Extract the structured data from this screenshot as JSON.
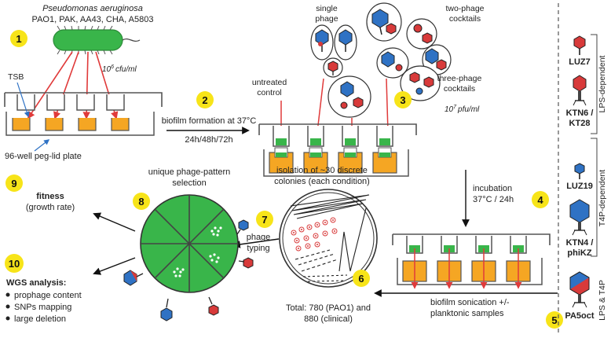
{
  "header": {
    "species": "Pseudomonas aeruginosa",
    "strains": "PAO1, PAK, AA43, CHA, A5803"
  },
  "steps": {
    "s1": "1",
    "s2": "2",
    "s3": "3",
    "s4": "4",
    "s5": "5",
    "s6": "6",
    "s7": "7",
    "s8": "8",
    "s9": "9",
    "s10": "10"
  },
  "labels": {
    "cfu": "10",
    "cfu_exp": "6",
    "cfu_unit": "cfu/ml",
    "pfu": "10",
    "pfu_exp": "7",
    "pfu_unit": "pfu/ml",
    "tsb": "TSB",
    "plate": "96-well peg-lid plate",
    "biofilm_formation": "biofilm formation at 37°C",
    "biofilm_times": "24h/48h/72h",
    "single_phage_1": "single",
    "single_phage_2": "phage",
    "two_phage_1": "two-phage",
    "two_phage_2": "cocktails",
    "three_phage_1": "three-phage",
    "three_phage_2": "cocktails",
    "untreated_1": "untreated",
    "untreated_2": "control",
    "incubation_1": "incubation",
    "incubation_2": "37°C / 24h",
    "sonication_1": "biofilm sonication +/-",
    "sonication_2": "planktonic samples",
    "isolation_1": "isolation of ~30 discrete",
    "isolation_2": "colonies (each condition)",
    "total_1": "Total: 780 (PAO1) and",
    "total_2": "880 (clinical)",
    "unique_1": "unique phage-pattern",
    "unique_2": "selection",
    "typing_1": "phage",
    "typing_2": "typing",
    "fitness": "fitness",
    "growth_rate": "(growth rate)",
    "wgs": "WGS analysis:",
    "wgs_items": [
      "prophage content",
      "SNPs mapping",
      "large deletion"
    ]
  },
  "legend": {
    "phages": [
      {
        "name": "LUZ7",
        "color": "#d83a3a"
      },
      {
        "name": "KTN6 /",
        "name2": "KT28",
        "color": "#d83a3a"
      },
      {
        "name": "LUZ19",
        "color": "#2f72c4"
      },
      {
        "name": "KTN4 /",
        "name2": "phiKZ",
        "color": "#2f72c4"
      },
      {
        "name": "PA5oct",
        "color": "#2f72c4",
        "color2": "#d83a3a"
      }
    ],
    "groups": {
      "lps": "LPS-dependent",
      "t4p": "T4P-dependent",
      "both": "LPS & T4P"
    }
  },
  "colors": {
    "bacteria": "#39b54a",
    "red_phage": "#d83a3a",
    "blue_phage": "#2f72c4",
    "well_fill": "#f5a623",
    "peg_green": "#39b54a",
    "step_circle": "#f7e419"
  }
}
